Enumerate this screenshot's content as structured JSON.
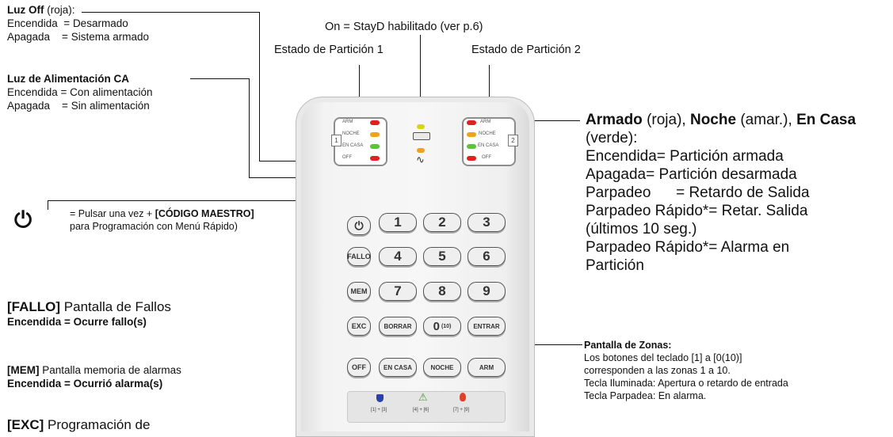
{
  "luz_off": {
    "title": "Luz Off",
    "title_suffix": " (roja):",
    "line1": "Encendida  = Desarmado",
    "line2": "Apagada    = Sistema armado"
  },
  "stayd": {
    "label": "On = StayD habilitado (ver p.6)"
  },
  "particion1": {
    "label": "Estado de Partición 1"
  },
  "particion2": {
    "label": "Estado de Partición 2"
  },
  "luz_ca": {
    "title": "Luz de Alimentación CA",
    "line1": "Encendida = Con alimentación",
    "line2": "Apagada    = Sin alimentación"
  },
  "power_note": {
    "pre": " = Pulsar una vez + ",
    "code": "[CÓDIGO MAESTRO]",
    "post": " para Programación con Menú Rápido)"
  },
  "fallo": {
    "key": "[FALLO]",
    "text": " Pantalla de Fallos",
    "note": "Encendida = Ocurre fallo(s)"
  },
  "mem": {
    "key": "[MEM]",
    "text": " Pantalla memoria de alarmas",
    "note": "Encendida = Ocurrió alarma(s)"
  },
  "exc": {
    "key": "[EXC]",
    "text": " Programación de"
  },
  "armado_desc": {
    "armado": "Armado",
    "armado_sfx": " (roja), ",
    "noche": "Noche",
    "noche_sfx": " (amar.), ",
    "encasa": "En Casa",
    "encasa_sfx": " (verde):",
    "lines": [
      "Encendida= Partición armada",
      "Apagada= Partición desarmada",
      "Parpadeo      = Retardo de Salida",
      "Parpadeo Rápido*= Retar. Salida",
      "(últimos 10 seg.)",
      "Parpadeo Rápido*= Alarma en",
      "Partición"
    ]
  },
  "zonas": {
    "title": "Pantalla de Zonas:",
    "lines": [
      "Los botones del teclado [1] a [0(10)]",
      "corresponden a las zonas 1 a 10.",
      "Tecla Iluminada: Apertura o retardo de entrada",
      "Tecla Parpadea: En alarma."
    ]
  },
  "keypad": {
    "part1_leds": [
      "ARM",
      "NOCHE",
      "EN CASA",
      "OFF"
    ],
    "part2_leds": [
      "ARM",
      "NOCHE",
      "EN CASA",
      "OFF"
    ],
    "part1_num": "1",
    "part2_num": "2",
    "numbers": [
      "1",
      "2",
      "3",
      "4",
      "5",
      "6",
      "7",
      "8",
      "9"
    ],
    "side_keys": [
      "FALLO",
      "MEM",
      "EXC",
      "OFF"
    ],
    "borrar": "BORRAR",
    "zero": "0",
    "zero_sub": "(10)",
    "entrar": "ENTRAR",
    "en_casa": "EN CASA",
    "noche": "NOCHE",
    "arm": "ARM",
    "panic": [
      "[1] + [3]",
      "[4] + [6]",
      "[7] + [9]"
    ]
  },
  "colors": {
    "red": "#e32020",
    "amber": "#f0a21c",
    "green": "#5bc43a",
    "yellow": "#d7d419"
  }
}
